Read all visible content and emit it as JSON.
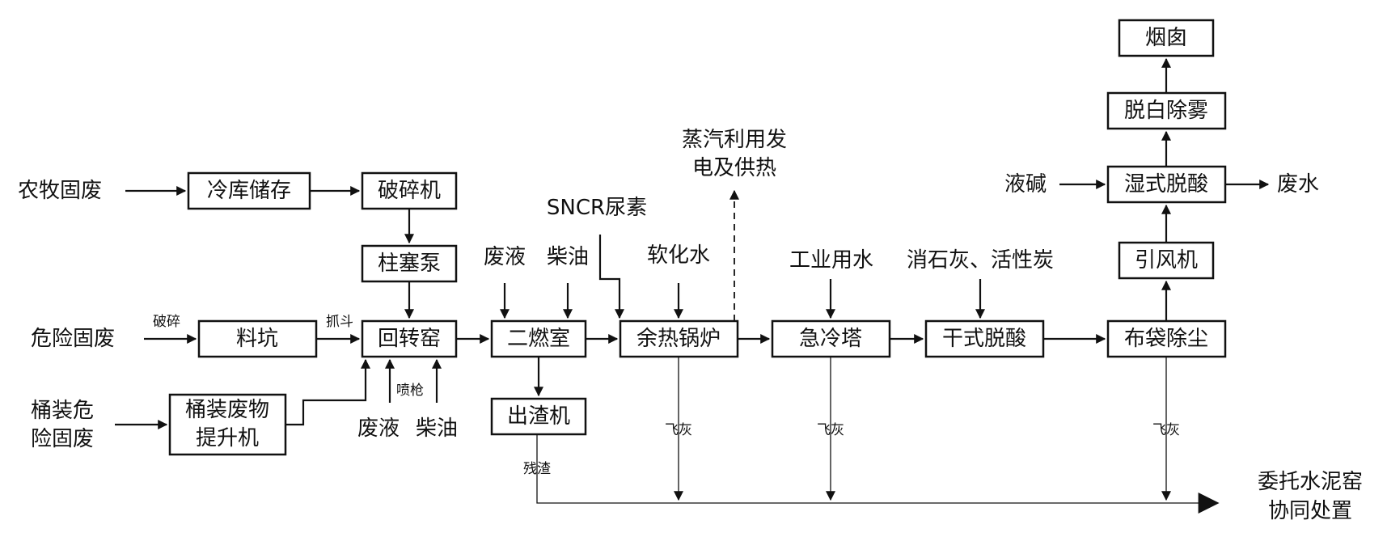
{
  "nodes": {
    "nongmu": "农牧固废",
    "lengku": "冷库储存",
    "posuiji": "破碎机",
    "zhusai": "柱塞泵",
    "weixian": "危险固废",
    "liaokeng": "料坑",
    "huizhuan": "回转窑",
    "tongzhuang_line1": "桶装危",
    "tongzhuang_line2": "险固废",
    "tiji_line1": "桶装废物",
    "tiji_line2": "提升机",
    "feiye_a": "废液",
    "chaiyou_a": "柴油",
    "ercheng": "二燃室",
    "feiye_b": "废液",
    "chaiyou_b": "柴油",
    "chuzha": "出渣机",
    "sncr": "SNCR尿素",
    "yure": "余热锅炉",
    "zhengqi_line1": "蒸汽利用发",
    "zhengqi_line2": "电及供热",
    "ruanhua": "软化水",
    "jileng": "急冷塔",
    "gongye": "工业用水",
    "ganshi": "干式脱酸",
    "xiaoshi": "消石灰、活性炭",
    "budai": "布袋除尘",
    "yinfeng": "引风机",
    "shishi": "湿式脱酸",
    "yejian": "液碱",
    "feishui": "废水",
    "tuobai": "脱白除雾",
    "yancong": "烟囱",
    "weituo_line1": "委托水泥窑",
    "weituo_line2": "协同处置"
  },
  "labels": {
    "posui": "破碎",
    "zhuadou": "抓斗",
    "penqiang": "喷枪",
    "canzha": "残渣",
    "feihui": "飞灰"
  }
}
